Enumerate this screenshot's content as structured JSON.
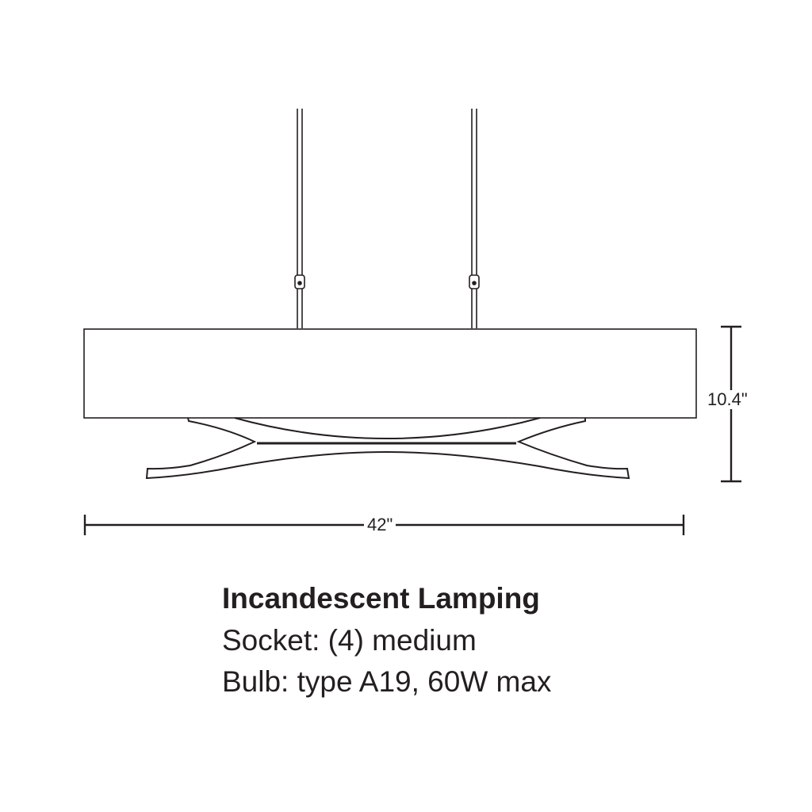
{
  "dimensions": {
    "width_label": "42\"",
    "height_label": "10.4\""
  },
  "specs": {
    "title": "Incandescent Lamping",
    "socket": "Socket: (4) medium",
    "bulb": "Bulb: type A19, 60W max"
  },
  "colors": {
    "line": "#231f20",
    "background": "#ffffff"
  }
}
